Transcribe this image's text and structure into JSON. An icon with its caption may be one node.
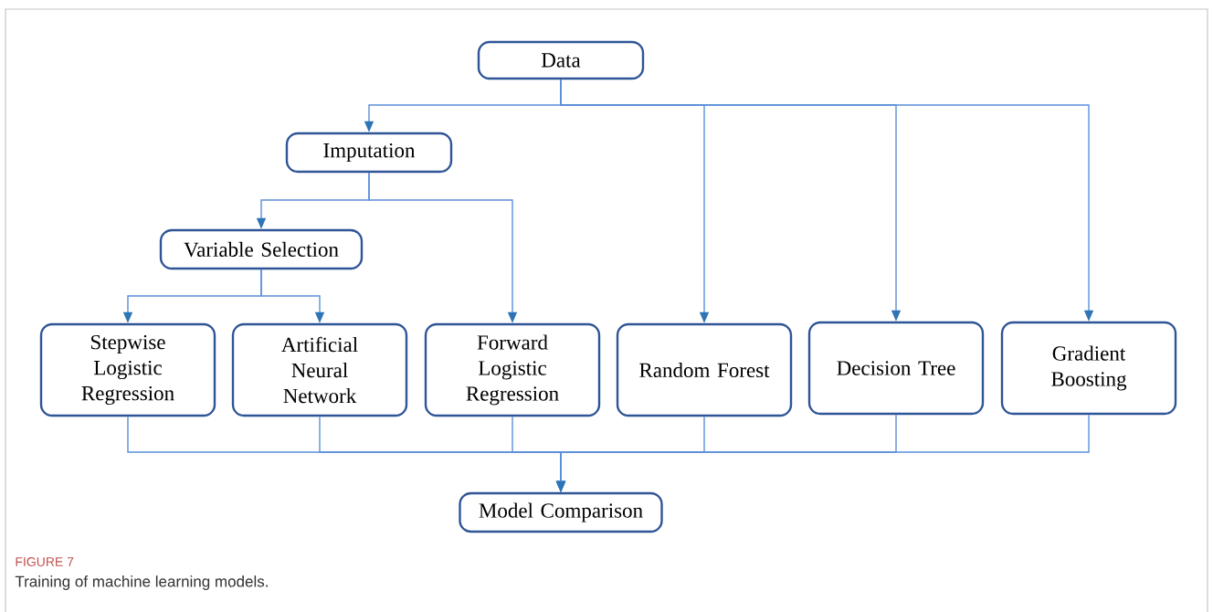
{
  "diagram": {
    "caption": "Training of machine learning models.",
    "nodes": [
      {
        "text": [
          "Data"
        ]
      },
      {
        "text": [
          "Imputation"
        ]
      },
      {
        "text": [
          "Variable Selection"
        ]
      },
      {
        "text": [
          "Stepwise Logistic Regression"
        ]
      },
      {
        "text": [
          "Artificial Neural Network"
        ]
      },
      {
        "text": [
          "Forward Logistic Regression"
        ]
      },
      {
        "text": [
          "Random Forest"
        ]
      },
      {
        "text": [
          "Decision Tree"
        ]
      },
      {
        "text": [
          "Gradient Boosting"
        ]
      },
      {
        "text": [
          "Model Comparison"
        ]
      }
    ],
    "edges": [
      {
        "from": 0,
        "to": 1,
        "arrow": "to"
      },
      {
        "from": 0,
        "to": 6,
        "arrow": "to"
      },
      {
        "from": 0,
        "to": 7,
        "arrow": "to"
      },
      {
        "from": 0,
        "to": 8,
        "arrow": "to"
      },
      {
        "from": 1,
        "to": 2,
        "arrow": "to"
      },
      {
        "from": 1,
        "to": 5,
        "arrow": "to"
      },
      {
        "from": 2,
        "to": 3,
        "arrow": "to"
      },
      {
        "from": 2,
        "to": 4,
        "arrow": "to"
      },
      {
        "from": 3,
        "to": 9,
        "arrow": "to"
      },
      {
        "from": 4,
        "to": 9,
        "arrow": "to"
      },
      {
        "from": 5,
        "to": 9,
        "arrow": "to"
      },
      {
        "from": 6,
        "to": 9,
        "arrow": "to"
      },
      {
        "from": 7,
        "to": 9,
        "arrow": "to"
      },
      {
        "from": 8,
        "to": 9,
        "arrow": "to"
      }
    ],
    "labels": [
      "FIGURE 7"
    ]
  }
}
